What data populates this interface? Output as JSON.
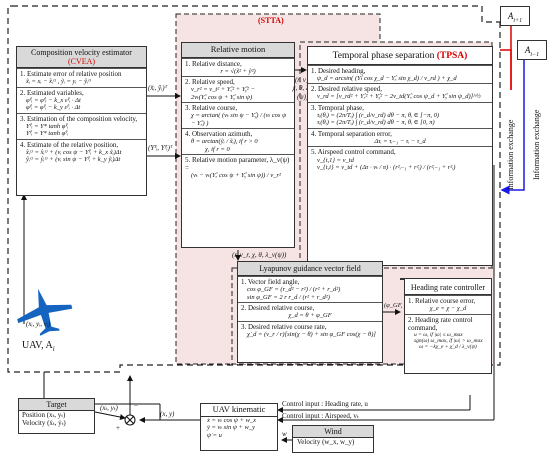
{
  "agents": {
    "next": "A",
    "next_sub": "i+1",
    "prev": "A",
    "prev_sub": "i−1"
  },
  "links": {
    "info_exchange_red": "Information exchange",
    "info_exchange_blue": "Information exchange"
  },
  "stta": {
    "label": "(STTA)"
  },
  "cvea": {
    "title": "Composition velocity estimator",
    "abbr": "(CVEA)",
    "s1": "1. Estimate error of relative position",
    "s1_eq": "x̃ᵢ = xᵢ − x̂ᵢᴼ ,  ỹᵢ = yᵢ − ŷᵢᴼ",
    "s2": "2. Estimated variables,",
    "s2_eq1": "φ̂ˣᵢ = φ̂ˣᵢ − k_x ε̂ˣᵢ · Δt",
    "s2_eq2": "φ̂ʸᵢ = φ̂ʸᵢ − k_y ε̂ʸᵢ · Δt",
    "s3": "3. Estimation of the composition velocity,",
    "s3_eq1": "Υ̂ˣᵢ = Υ* tanh φ̂ˣᵢ",
    "s3_eq2": "Υ̂ʸᵢ = Υ* tanh φ̂ʸᵢ",
    "s4": "4. Estimate of the relative position,",
    "s4_eq1": "x̂ᵢᴼ = x̂ᵢᴼ + (vᵢ cos ψ − Υ̂ˣᵢ + k_x x̃ᵢ)Δt",
    "s4_eq2": "ŷᵢᴼ = ŷᵢᴼ + (vᵢ sin ψ − Υ̂ʸᵢ + k_y ỹᵢ)Δt"
  },
  "relmotion": {
    "title": "Relative motion",
    "s1": "1. Relative distance,",
    "s1_eq": "r = √(x̃² + ỹ²)",
    "s2": "2. Relative speed,",
    "s2_eq1": "v_r² = v_t² + Υ̂ₓ² + Υ̂ᵧ² −",
    "s2_eq2": "2vₜ(Υ̂ₓ cos ψ + Υ̂ᵧ sin ψ)",
    "s3": "3. Relative course,",
    "s3_eq": "χ = arctan( (vₜ sin ψ − Υ̂ᵧ) / (vₜ cos ψ − Υ̂ₓ) )",
    "s4": "4. Observation azimuth,",
    "s4_eq1": "θ = arctan(ỹᵢ / x̃ᵢ), if r > 0",
    "s4_eq2": "χ, if r = 0",
    "s5": "5. Relative motion parameter, λ_v(ψ) =",
    "s5_eq": "(vₜ − vₜ(Υ̂ₓ cos ψ + Υ̂ᵧ sin ψ)) / v_r²"
  },
  "vector_out": "(r, v_r, χ, θ, λ_v(ψ))ᵀ",
  "tpsa": {
    "title": "Temporal phase separation",
    "abbr": "(TPSA)",
    "s1": "1. Desired heading,",
    "s1_eq": "ψ_d = arcsin( (Υ̂ₜ cos χ_d − Υ̂ₓ sin χ_d) / v_rd ) + χ_d",
    "s2": "2. Desired relative speed,",
    "s2_eq": "v_rd = [v_rd² + Υ̂ₓ² + Υ̂ᵧ² − 2v_td(Υ̂ₓ cos ψ_d + Υ̂ᵧ sin ψ_d)]^½",
    "s3": "3. Temporal phase,",
    "s3_eq1": "τᵢ(θᵢ) = (2π/Tᵢ) ∫ (r_d/v_rd) dθ − π,  θᵢ ∈ [−π, 0)",
    "s3_eq2": "τᵢ(θᵢ) = (2π/Tᵢ) ∫ (r_d/v_rd) dθ − π,  θᵢ ∈ [0, π)",
    "s4": "4. Temporal separation error,",
    "s4_eq": "Δτᵢ = τᵢ₋₁ − τᵢ − τ_d",
    "s5": "5. Airspeed control command,",
    "s5_eq1": "v_{t,1} = v_td",
    "s5_eq2": "v_{t,i} = v_td + (Δτ · vₜ / π) · (r²ᵢ₋₁ + r²ᵢ) / (r²ᵢ₋₁ + r²ᵢ)"
  },
  "lgvf": {
    "title": "Lyapunov guidance vector field",
    "s1": "1. Vector field angle,",
    "s1_eq1": "cos φ_GF = (r_d² − r²) / (r² + r_d²)",
    "s1_eq2": "sin φ_GF = 2 r r_d / (r² + r_d²)",
    "s2": "2. Desired relative course,",
    "s2_eq": "χ_d = θ + φ_GF",
    "s3": "3. Desired relative course rate,",
    "s3_eq": "χ̇_d = (v_r / r)[sin(χ − θ) + sin φ_GF cos(χ − θ)]"
  },
  "hrc": {
    "title": "Heading rate controller",
    "s1": "1. Relative course error,",
    "s1_eq": "χ_e = χ − χ_d",
    "s2": "2. Heading rate control command,",
    "s2_eq1": "u = ω,  if |ω| ≤ ω_max",
    "s2_eq2": "sgn(ω) ω_max,  if |ω| > ω_max",
    "s2_eq3": "ω = −kχ_e + χ̇_d / λ_v(ψ)"
  },
  "uav": {
    "label": "UAV, A",
    "sub": "i"
  },
  "kin": {
    "title": "UAV kinematic",
    "eq1": "ẋ = vₜ cos ψ + w_x",
    "eq2": "ẏ = vₜ sin ψ + w_y",
    "eq3": "ψ̇ = u"
  },
  "target": {
    "title": "Target",
    "pos": "Position (xₜ, yₜ)",
    "vel": "Velocity (ẋₜ, ẏₜ)"
  },
  "wind": {
    "title": "Wind",
    "vel": "Velocity (w_x, w_y)"
  },
  "control": {
    "heading": "Control input : Heading rate, u",
    "airspeed": "Control input : Airspeed, vₜ"
  },
  "signals": {
    "into_rel_1": "(x̃ᵢ, ỹᵢ)ᵀ",
    "into_rel_2": "(Υ̂ˣᵢ, Υ̂ʸᵢ)ᵀ",
    "rel_out": "(r, v_r, χ, θ, λ_v(ψ))",
    "to_hrc": "(φ_GF, χ_d, χ̇_d)",
    "state_left": "(xᵢ, yᵢ, vᵢ)",
    "target_sig": "(xₜ, yₜ)",
    "uav_sig": "(x, y)",
    "wind_sig": "w",
    "plus": "+",
    "minus": "−",
    "v_label": "v"
  }
}
